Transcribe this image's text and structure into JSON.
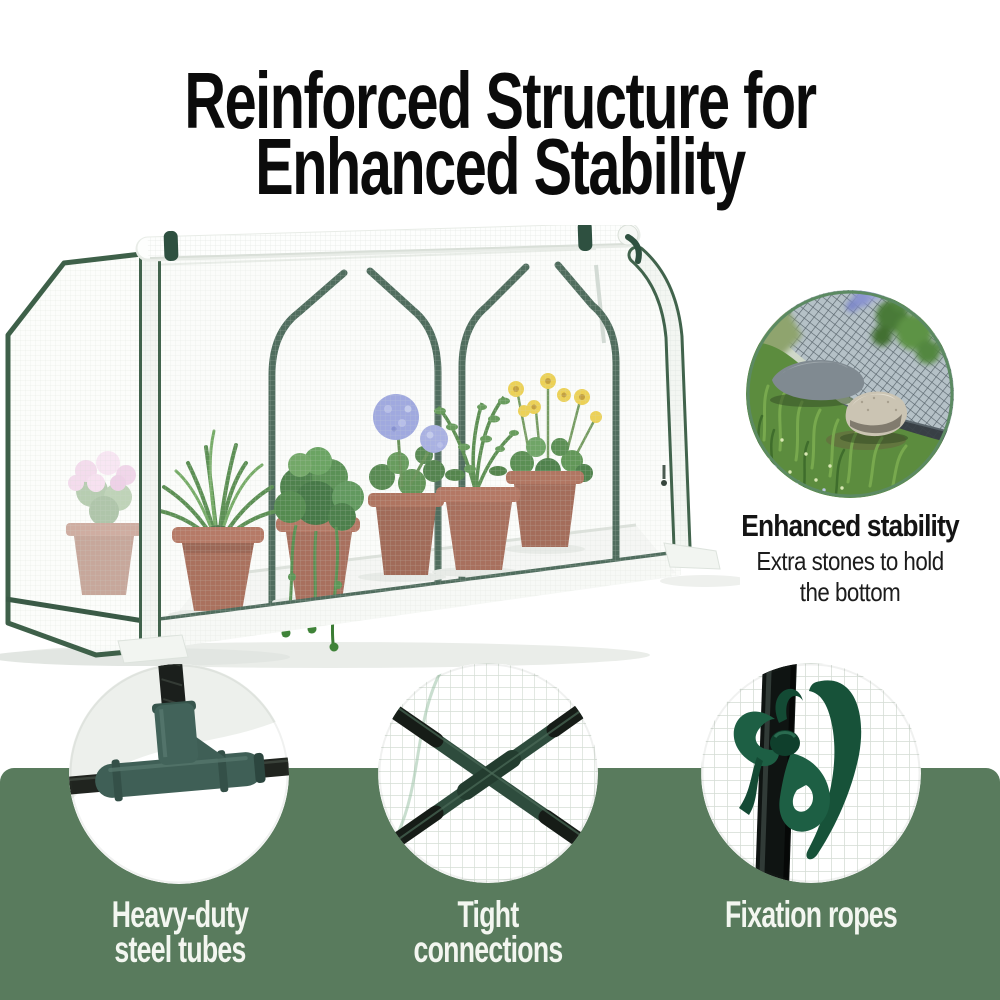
{
  "title": {
    "line1": "Reinforced Structure for",
    "line2": "Enhanced Stability"
  },
  "side_feature": {
    "heading": "Enhanced stability",
    "description_line1": "Extra stones to hold",
    "description_line2": "the bottom",
    "image": "stones-holding-greenhouse-bottom-photo"
  },
  "bottom_features": [
    {
      "id": "steel-tubes",
      "image": "tee-joint-connector-photo",
      "lines": [
        "Heavy-duty",
        "steel tubes"
      ]
    },
    {
      "id": "tight-connections",
      "image": "frame-cross-connection-photo",
      "lines": [
        "Tight connections"
      ]
    },
    {
      "id": "fixation-ropes",
      "image": "green-fixation-rope-bow-photo",
      "lines": [
        "Fixation ropes"
      ]
    }
  ],
  "main_image": "mini-greenhouse-with-potted-plants",
  "colors": {
    "band_green": "#597b5d",
    "frame_green": "#2f5140",
    "connector_teal": "#3f5f56",
    "ribbon_green": "#1d5f44",
    "title_black": "#0b0b0b",
    "label_white": "#f3f6f0",
    "terracotta": "#9a5640"
  }
}
